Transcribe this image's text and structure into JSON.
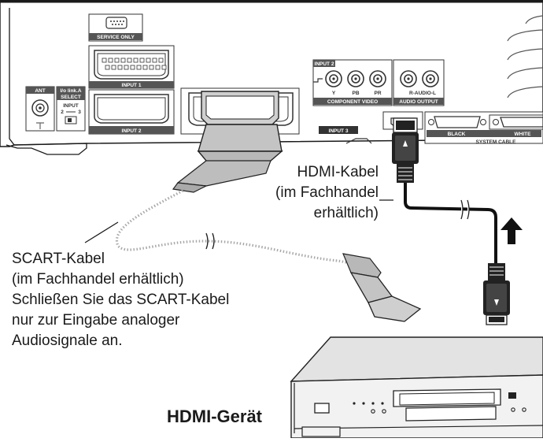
{
  "panel": {
    "service_only": "SERVICE ONLY",
    "ant": "ANT",
    "io_link_1": "I/o link.A",
    "io_link_2": "SELECT",
    "input_label": "INPUT",
    "input_sel_left": "2",
    "input_sel_right": "3",
    "scart_input1": "INPUT 1",
    "scart_input2": "INPUT 2",
    "scart_input3": "INPUT 3",
    "component_input": "INPUT 2",
    "component_y": "Y",
    "component_pb": "PB",
    "component_pr": "PR",
    "component_video": "COMPONENT VIDEO",
    "audio_r_l": "R-AUDIO-L",
    "audio_output": "AUDIO OUTPUT",
    "black": "BLACK",
    "white": "WHITE",
    "system_cable": "SYSTEM CABLE"
  },
  "labels": {
    "hdmi_cable_1": "HDMI-Kabel",
    "hdmi_cable_2": "(im Fachhandel",
    "hdmi_cable_3": "erhältlich)",
    "scart_1": "SCART-Kabel",
    "scart_2": "(im Fachhandel erhältlich)",
    "scart_3": "Schließen Sie das SCART-Kabel",
    "scart_4": "nur zur Eingabe analoger",
    "scart_5": "Audiosignale an.",
    "device": "HDMI-Gerät"
  },
  "colors": {
    "line": "#1a1a1a",
    "panel_fill": "#ffffff",
    "connector_grey": "#c9c9c9",
    "device_top": "#e3e3e3",
    "device_front": "#f2f2f2",
    "cable_dotted": "#a8a8a8"
  }
}
